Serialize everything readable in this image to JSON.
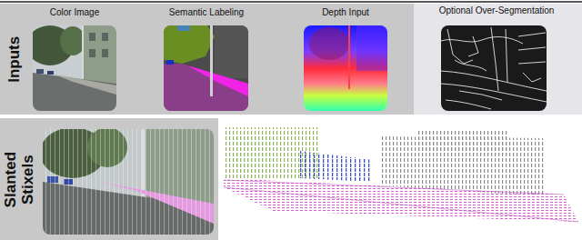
{
  "diagram": {
    "nodes": [
      {
        "text": [
          "Inputs"
        ]
      },
      {
        "text": [
          "Color Image"
        ],
        "in": 0
      },
      {
        "text": [
          "Semantic Labeling"
        ],
        "in": 0
      },
      {
        "text": [
          "Depth Input"
        ],
        "in": 0
      },
      {
        "text": [
          "Optional Over-Segmentation"
        ],
        "in": 0
      },
      {
        "text": [
          "Slanted Stixels"
        ]
      }
    ]
  }
}
